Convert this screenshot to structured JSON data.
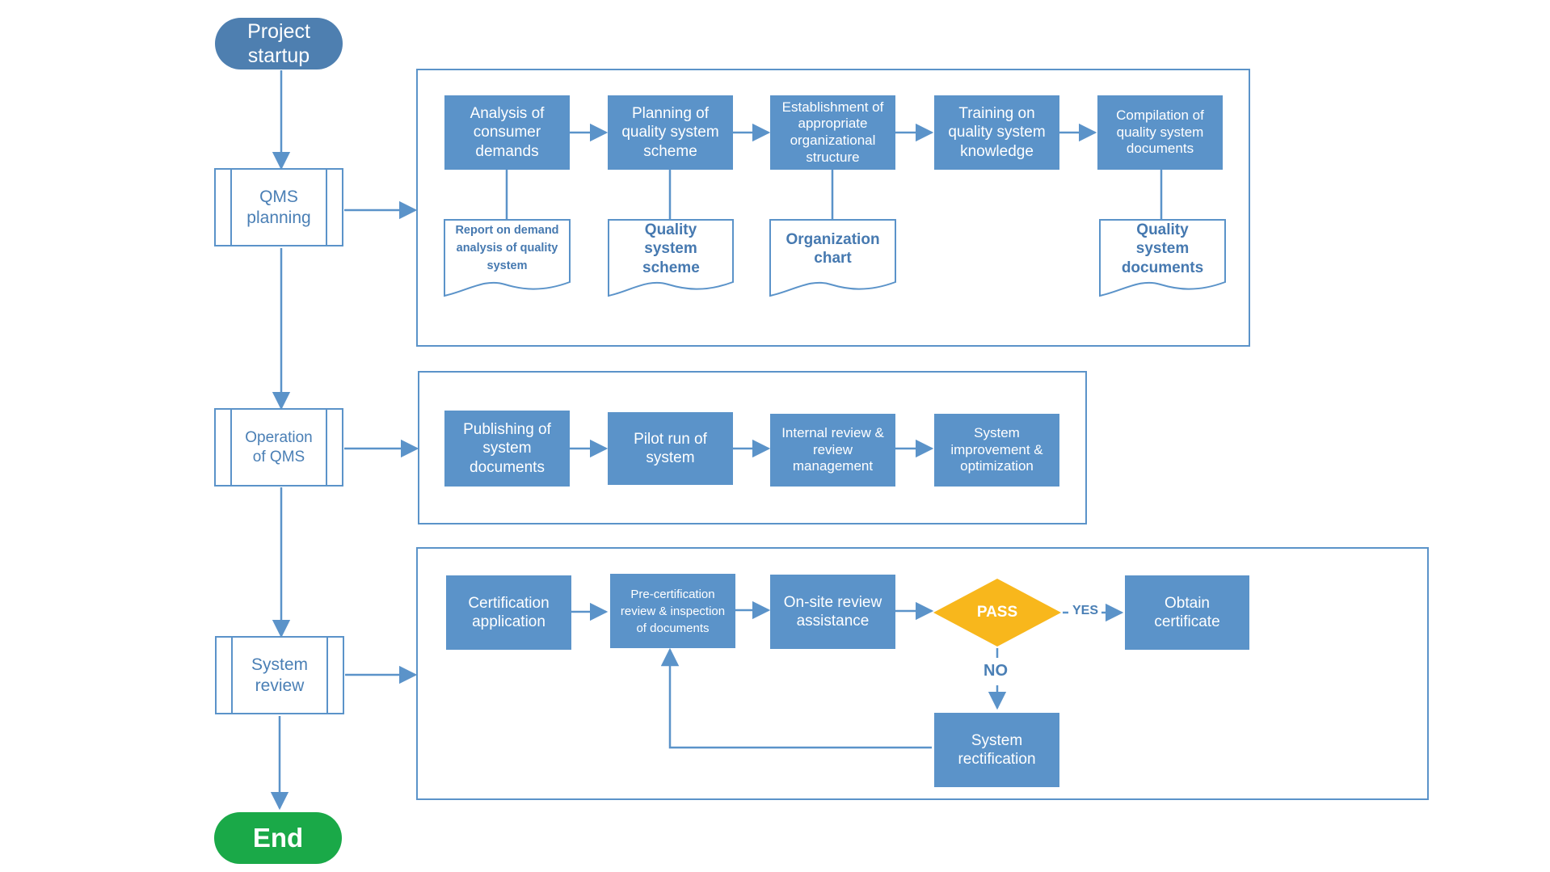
{
  "start": {
    "label": "Project startup"
  },
  "end": {
    "label": "End"
  },
  "stages": {
    "planning": {
      "label": "QMS planning"
    },
    "operation": {
      "label": "Operation of QMS"
    },
    "review": {
      "label": "System review"
    }
  },
  "planning": {
    "steps": [
      {
        "label": "Analysis of consumer demands"
      },
      {
        "label": "Planning of quality system scheme"
      },
      {
        "label": "Establishment of appropriate organizational structure"
      },
      {
        "label": "Training on quality system knowledge"
      },
      {
        "label": "Compilation of quality system documents"
      }
    ],
    "docs": [
      {
        "label": "Report on demand analysis of quality system"
      },
      {
        "label": "Quality system scheme"
      },
      {
        "label": "Organization chart"
      },
      {
        "label": "Quality system documents"
      }
    ]
  },
  "operation": {
    "steps": [
      {
        "label": "Publishing of system documents"
      },
      {
        "label": "Pilot run of system"
      },
      {
        "label": "Internal review & review management"
      },
      {
        "label": "System improvement & optimization"
      }
    ]
  },
  "review": {
    "steps": [
      {
        "label": "Certification application"
      },
      {
        "label": "Pre-certification review & inspection of documents"
      },
      {
        "label": "On-site review assistance"
      }
    ],
    "decision": {
      "label": "PASS"
    },
    "yes_label": "YES",
    "no_label": "NO",
    "pass_step": {
      "label": "Obtain certificate"
    },
    "fail_step": {
      "label": "System rectification"
    }
  },
  "colors": {
    "process": "#5b93c9",
    "start": "#4e7fb0",
    "end": "#1aa948",
    "decision": "#f8b71c",
    "line": "#5b93c9",
    "text_blue": "#4a7fb5"
  }
}
